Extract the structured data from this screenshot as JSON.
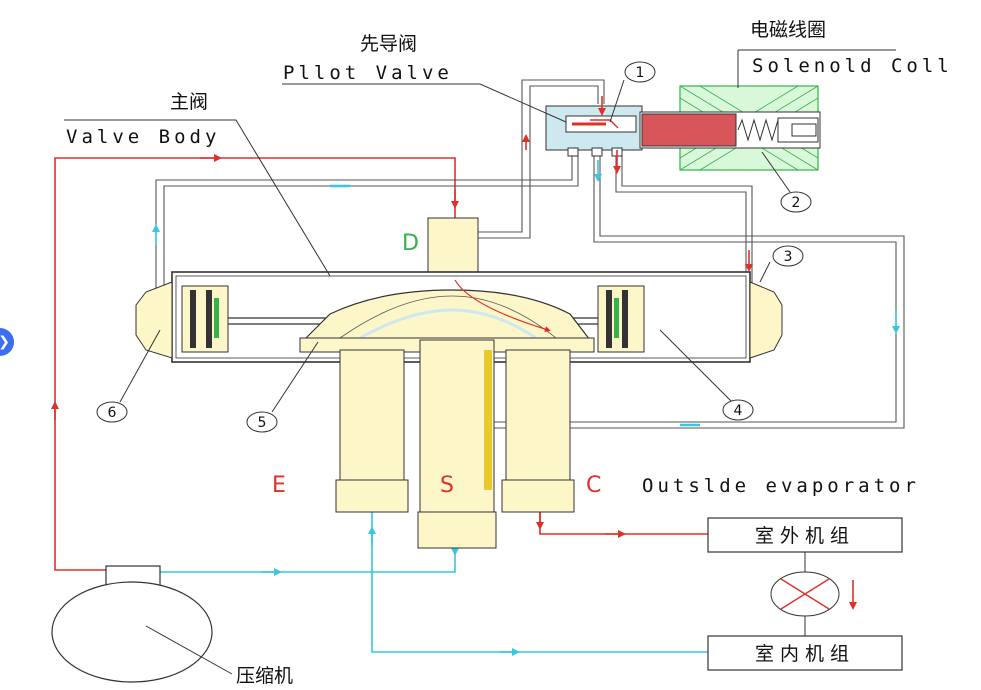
{
  "labels": {
    "pilot_valve_cn": "先导阀",
    "pilot_valve_en": "Pllot Valve",
    "solenoid_cn": "电磁线圈",
    "solenoid_en": "Solenold Coll",
    "valve_body_cn": "主阀",
    "valve_body_en": "Valve Body",
    "outside_evaporator": "Outslde evaporator",
    "outdoor_unit": "室外机组",
    "indoor_unit": "室内机组",
    "compressor": "压缩机"
  },
  "ports": {
    "d": "D",
    "e": "E",
    "s": "S",
    "c": "C"
  },
  "callouts": [
    "1",
    "2",
    "3",
    "4",
    "5",
    "6"
  ],
  "colors": {
    "refrigerant_high": "#e0302a",
    "refrigerant_low": "#38c6e0",
    "valve_body_fill": "#fdf6c8",
    "pilot_fill": "#cde8ef",
    "coil_fill": "#d9f7d9",
    "plunger_fill": "#d8555a"
  },
  "nav": {
    "arrow": "❯"
  }
}
